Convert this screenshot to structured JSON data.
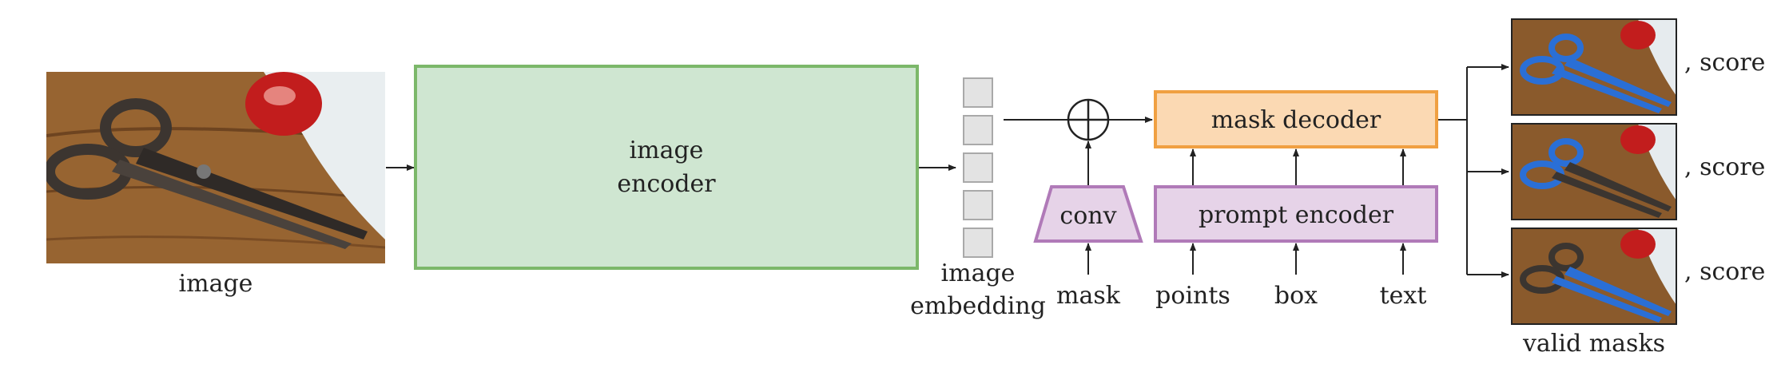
{
  "labels": {
    "image_caption": "image",
    "encoder_line1": "image",
    "encoder_line2": "encoder",
    "embedding_line1": "image",
    "embedding_line2": "embedding",
    "conv": "conv",
    "mask_input": "mask",
    "mask_decoder": "mask decoder",
    "prompt_encoder": "prompt encoder",
    "points": "points",
    "box": "box",
    "text": "text",
    "score_1": ", score",
    "score_2": ", score",
    "score_3": ", score",
    "valid_masks": "valid masks"
  },
  "colors": {
    "encoder_fill": "#cfe6d1",
    "encoder_stroke": "#7cb86a",
    "decoder_fill": "#fbd9b3",
    "decoder_stroke": "#f0a042",
    "prompt_fill": "#e6d3e8",
    "prompt_stroke": "#b07ab8",
    "embedding_fill": "#e3e3e3",
    "embedding_stroke": "#a9a9a9",
    "mask_blue": "#2a6fd6"
  },
  "icons": [
    "scissors-photo",
    "plus-circle-icon",
    "arrow-icon"
  ]
}
